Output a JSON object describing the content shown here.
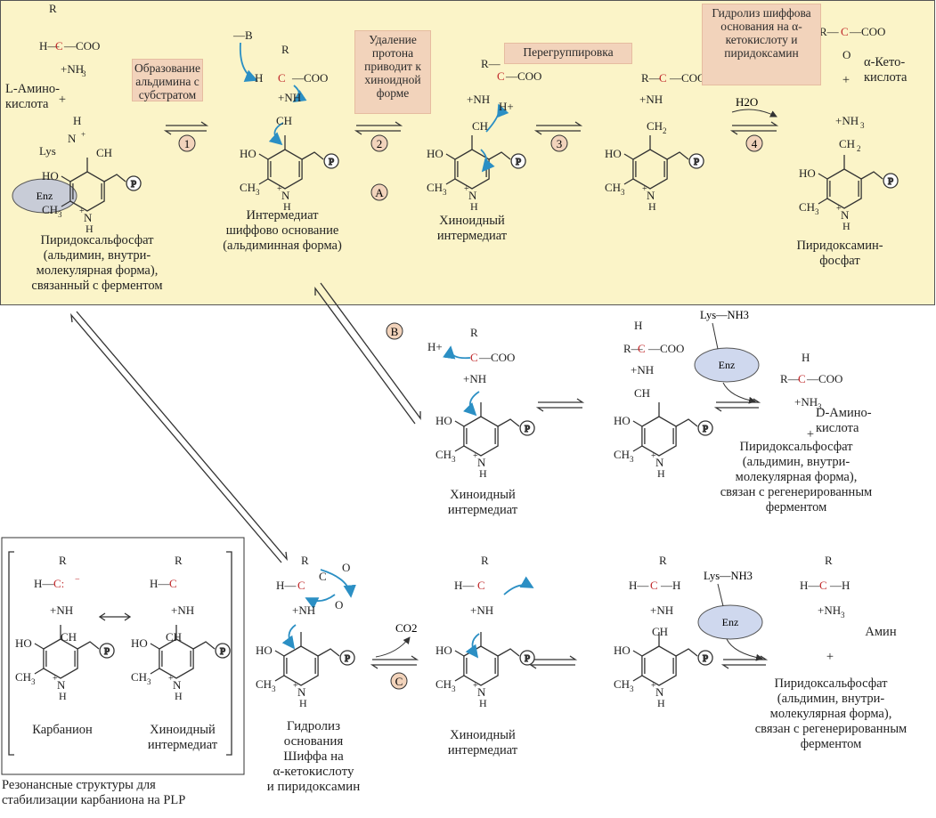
{
  "stages": {
    "s1": "Образование альдимина с субстратом",
    "s2": "Удаление протона приводит к хиноидной форме",
    "s3": "Перегруппировка",
    "s4": "Гидролиз шиффова основания на α-кетокислоту и пиридоксамин"
  },
  "steps": [
    "1",
    "2",
    "3",
    "4"
  ],
  "pathways": [
    "A",
    "B",
    "C"
  ],
  "substrate": {
    "line1": "L-Амино-",
    "line2": "кислота",
    "plus": "+"
  },
  "ketoacid": {
    "line1": "α-Кето-",
    "line2": "кислота",
    "plus": "+"
  },
  "reagents": {
    "water": "H2O",
    "co2": "CO2",
    "proton": "H+"
  },
  "labels": {
    "plp_enzyme": [
      "Пиридоксальфосфат",
      "(альдимин, внутри-",
      "молекулярная форма),",
      "связанный с ферментом"
    ],
    "intermediate": [
      "Интермедиат",
      "шиффово основание",
      "(альдиминная форма)"
    ],
    "quinoid1": [
      "Хиноидный",
      "интермедиат"
    ],
    "pyridoxamine": [
      "Пиридоксамин-",
      "фосфат"
    ],
    "quinoid2": [
      "Хиноидный",
      "интермедиат"
    ],
    "d_amino": [
      "D-Амино-",
      "кислота"
    ],
    "plp_regen_b": [
      "Пиридоксальфосфат",
      "(альдимин, внутри-",
      "молекулярная форма),",
      "связан с регенерированным",
      "ферментом"
    ],
    "hydrolysis_c": [
      "Гидролиз",
      "основания",
      "Шиффа на",
      "α-кетокислоту",
      "и пиридоксамин"
    ],
    "quinoid3": [
      "Хиноидный",
      "интермедиат"
    ],
    "amine": "Амин",
    "plp_regen_c": [
      "Пиридоксальфосфат",
      "(альдимин, внутри-",
      "молекулярная форма),",
      "связан с регенерированным",
      "ферментом"
    ],
    "carbanion": "Карбанион",
    "quinoid_res": [
      "Хиноидный",
      "интермедиат"
    ],
    "resonance": [
      "Резонансные структуры для",
      "стабилизации карбаниона на PLP"
    ]
  },
  "enzyme": "Enz",
  "lys_nh3": "Lys—NH3",
  "colors": {
    "panel": "#fbf4c8",
    "box": "#f2d3bb",
    "enzyme": "#c8ccd7",
    "enzyme_blue": "#cfd8ee",
    "curly": "#2b8fc4",
    "red_atom": "#c0282a"
  }
}
